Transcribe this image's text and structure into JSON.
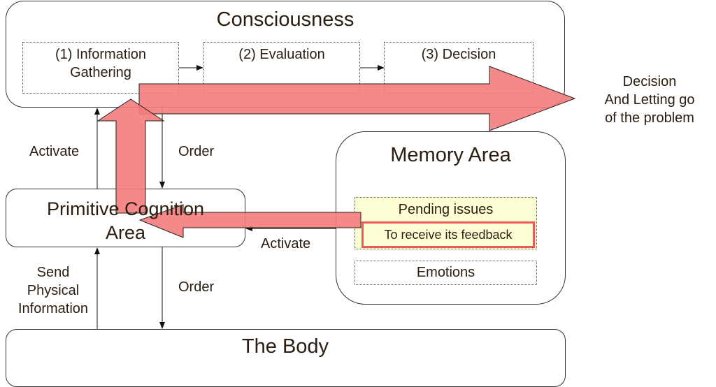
{
  "consciousness": {
    "title": "Consciousness",
    "steps": [
      "(1) Information\nGathering",
      "(2) Evaluation",
      "(3) Decision"
    ]
  },
  "outcome": {
    "line1": "Decision",
    "line2": "And Letting go",
    "line3": "of the problem"
  },
  "memory": {
    "title": "Memory Area",
    "pending": "Pending issues",
    "feedback": "To receive its feedback",
    "emotions": "Emotions"
  },
  "primitive": {
    "line1": "Primitive Cognition",
    "line2": "Area"
  },
  "body": {
    "title": "The Body"
  },
  "labels": {
    "activate_top": "Activate",
    "order_top": "Order",
    "activate_memory": "Activate",
    "send1": "Send",
    "send2": "Physical",
    "send3": "Information",
    "order_bottom": "Order"
  },
  "colors": {
    "highlight_arrow": "#f47c7c",
    "pending_bg": "#ffffd6",
    "feedback_border": "#f05a5a"
  }
}
